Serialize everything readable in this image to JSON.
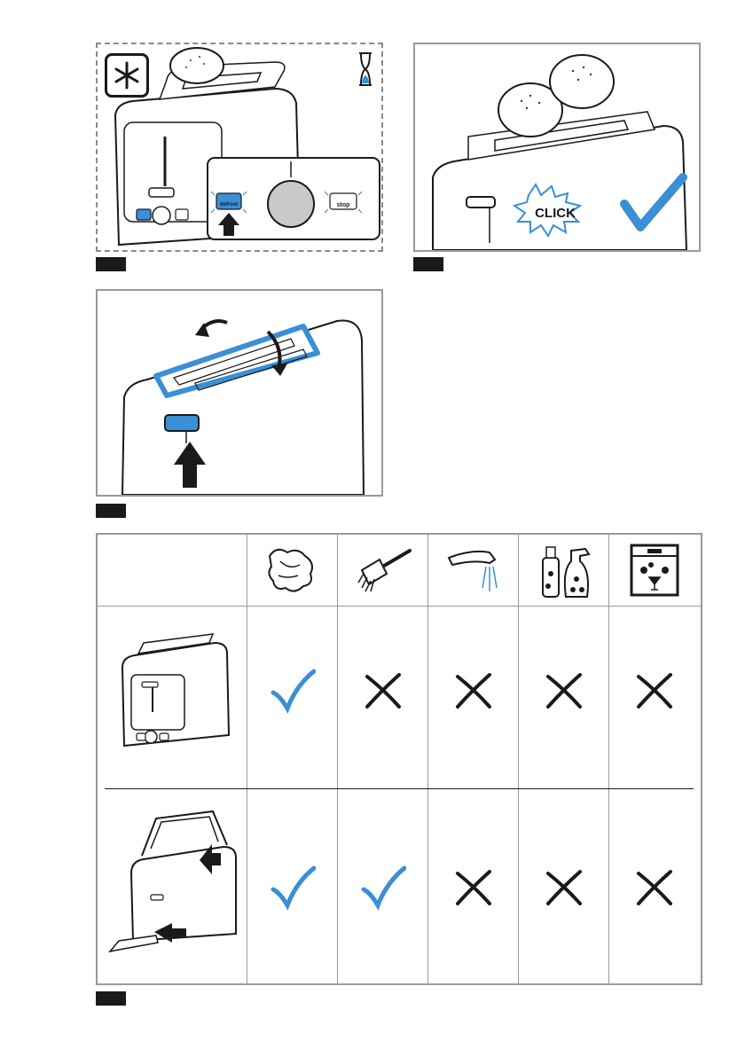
{
  "panel1": {
    "defrost_label": "defrost",
    "stop_label": "stop"
  },
  "panel2": {
    "click_label": "CLICK"
  },
  "cleaning_table": {
    "columns": [
      "dry-cloth-icon",
      "brush-icon",
      "running-water-icon",
      "spray-cleaner-icon",
      "dishwasher-icon"
    ],
    "rows": [
      {
        "item": "toaster-body",
        "allowed": [
          true,
          false,
          false,
          false,
          false
        ]
      },
      {
        "item": "bun-warmer-and-crumb-tray",
        "allowed": [
          true,
          true,
          false,
          false,
          false
        ]
      }
    ]
  },
  "colors": {
    "accent_blue": "#3a8fd6",
    "outline": "#1a1a1a",
    "border_grey": "#9a9a9a"
  }
}
